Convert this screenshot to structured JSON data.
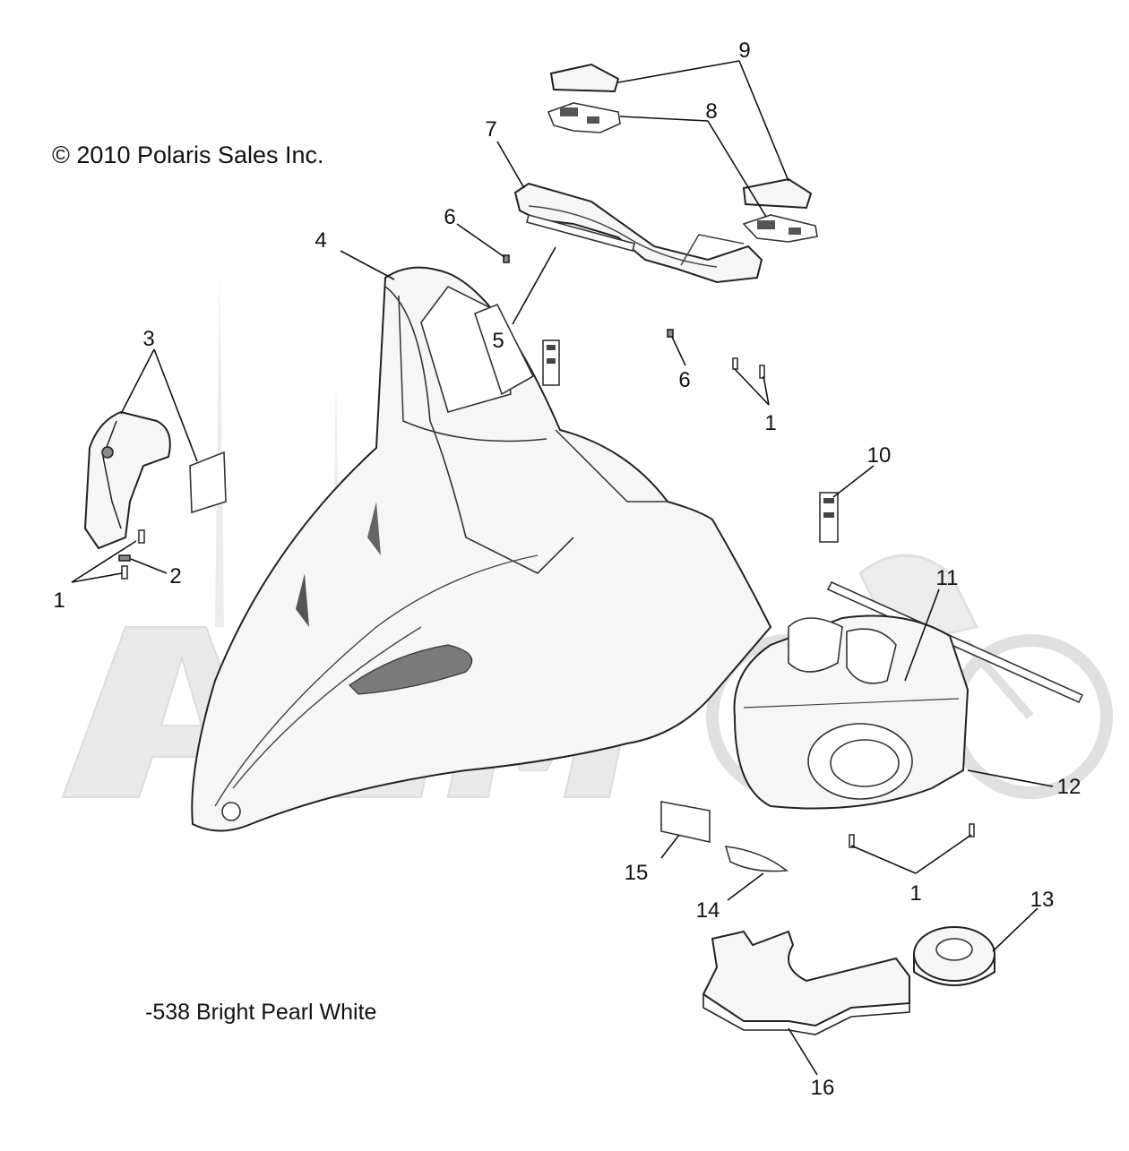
{
  "copyright": "© 2010 Polaris Sales Inc.",
  "color_note": "-538 Bright Pearl White",
  "watermark": "ATVM",
  "callouts": [
    "1",
    "1",
    "1",
    "2",
    "3",
    "4",
    "5",
    "6",
    "6",
    "7",
    "8",
    "9",
    "10",
    "11",
    "12",
    "13",
    "14",
    "15",
    "16"
  ],
  "colors": {
    "line": "#111111",
    "watermark": "#e6e6e6"
  }
}
